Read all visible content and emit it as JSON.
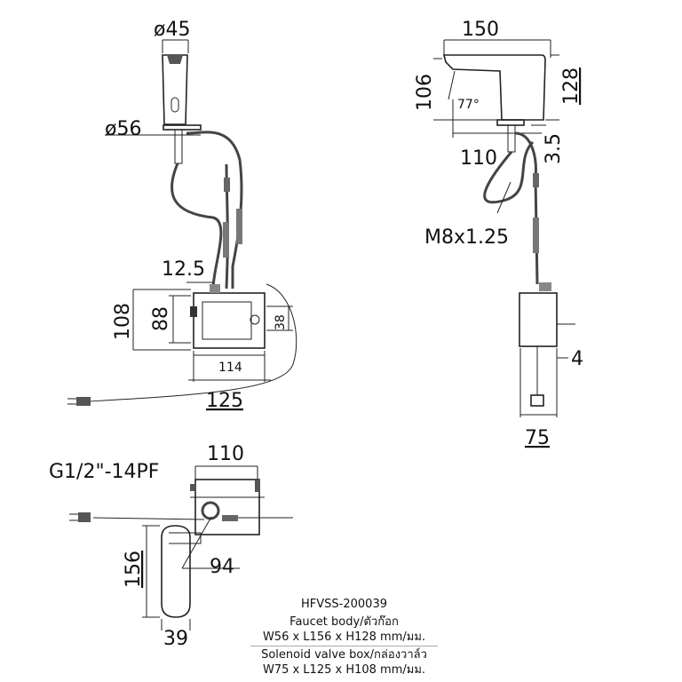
{
  "front_view": {
    "d_top": "ø45",
    "d_flange": "ø56",
    "offset": "12.5",
    "box_h_outer": "108",
    "box_h_inner": "88",
    "box_side": "38",
    "box_w_inner": "114",
    "box_w_outer": "125"
  },
  "side_view": {
    "length": "150",
    "spout_h": "106",
    "total_h": "128",
    "angle": "77°",
    "base": "110",
    "flange_t": "3.5",
    "thread": "M8x1.25",
    "bracket": "4",
    "box_depth": "75"
  },
  "top_view": {
    "box_w": "110",
    "connector": "G1/2\"-14PF",
    "body_len": "156",
    "depth": "94",
    "body_w": "39"
  },
  "info": {
    "model": "HFVSS-200039",
    "faucet_label": "Faucet body/ตัวก๊อก",
    "faucet_dims": "W56 x L156 x H128 mm/มม.",
    "valve_label": "Solenoid valve box/กล่องวาล์ว",
    "valve_dims": "W75 x L125 x H108 mm/มม."
  }
}
